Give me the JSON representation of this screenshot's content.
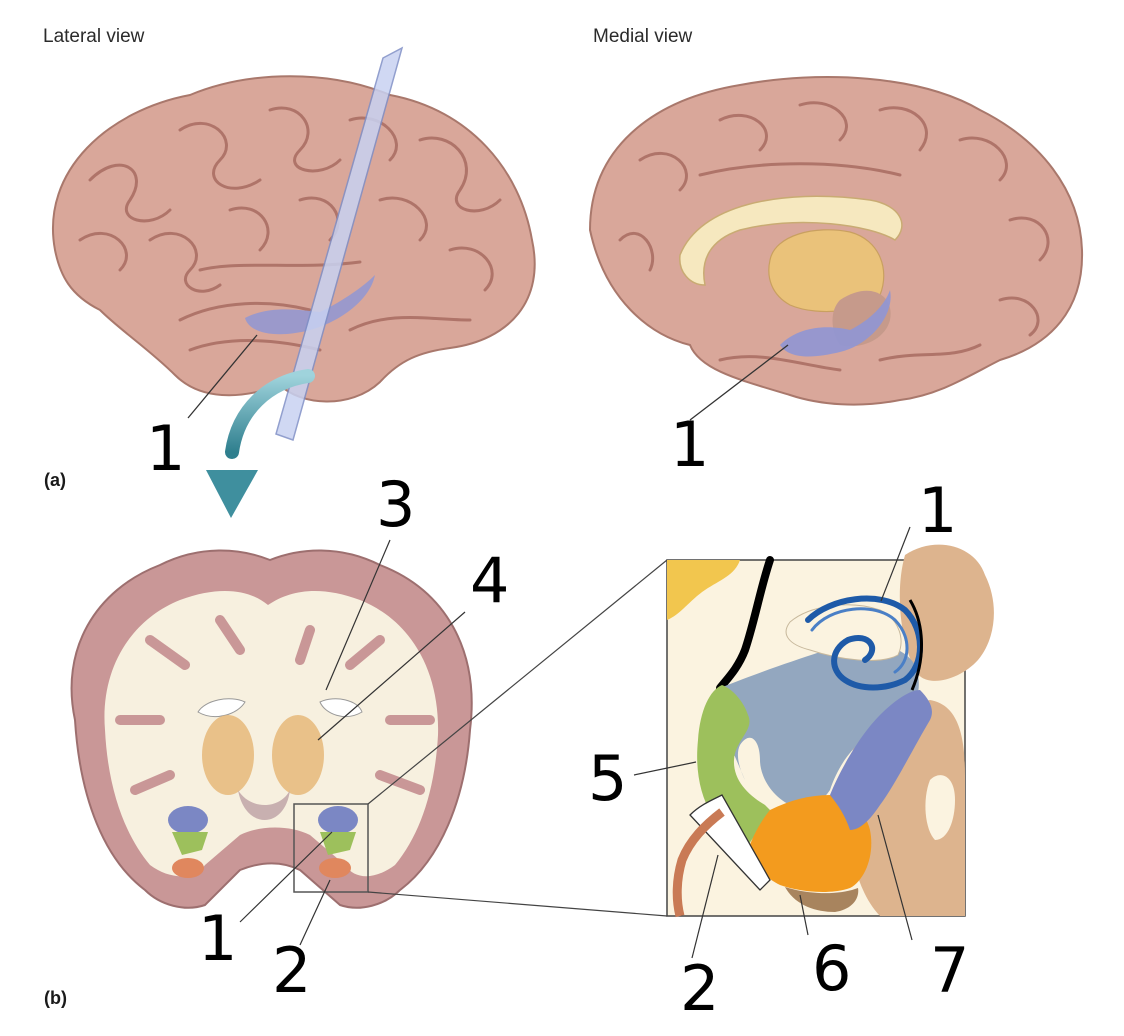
{
  "titles": {
    "lateral": "Lateral view",
    "medial": "Medial view"
  },
  "parts": {
    "a": "(a)",
    "b": "(b)"
  },
  "handwritten_labels": {
    "lateral_1": "1",
    "medial_1": "1",
    "coronal_1": "1",
    "coronal_2": "2",
    "coronal_3": "3",
    "coronal_4": "4",
    "inset_1": "1",
    "inset_2": "2",
    "inset_5": "5",
    "inset_6": "6",
    "inset_7": "7"
  },
  "colors": {
    "brain": "#d9a79a",
    "brain_dark": "#b9857b",
    "hippocampus": "#8f96d4",
    "white_matter": "#f7f0df",
    "inset_blue_gray": "#93a7bf",
    "inset_green": "#9dc05c",
    "inset_orange": "#f39b1e",
    "inset_purple": "#7b87c4",
    "inset_tan": "#ddb48e",
    "inset_rust": "#c97a55",
    "arrow": "#3f8f9e"
  }
}
